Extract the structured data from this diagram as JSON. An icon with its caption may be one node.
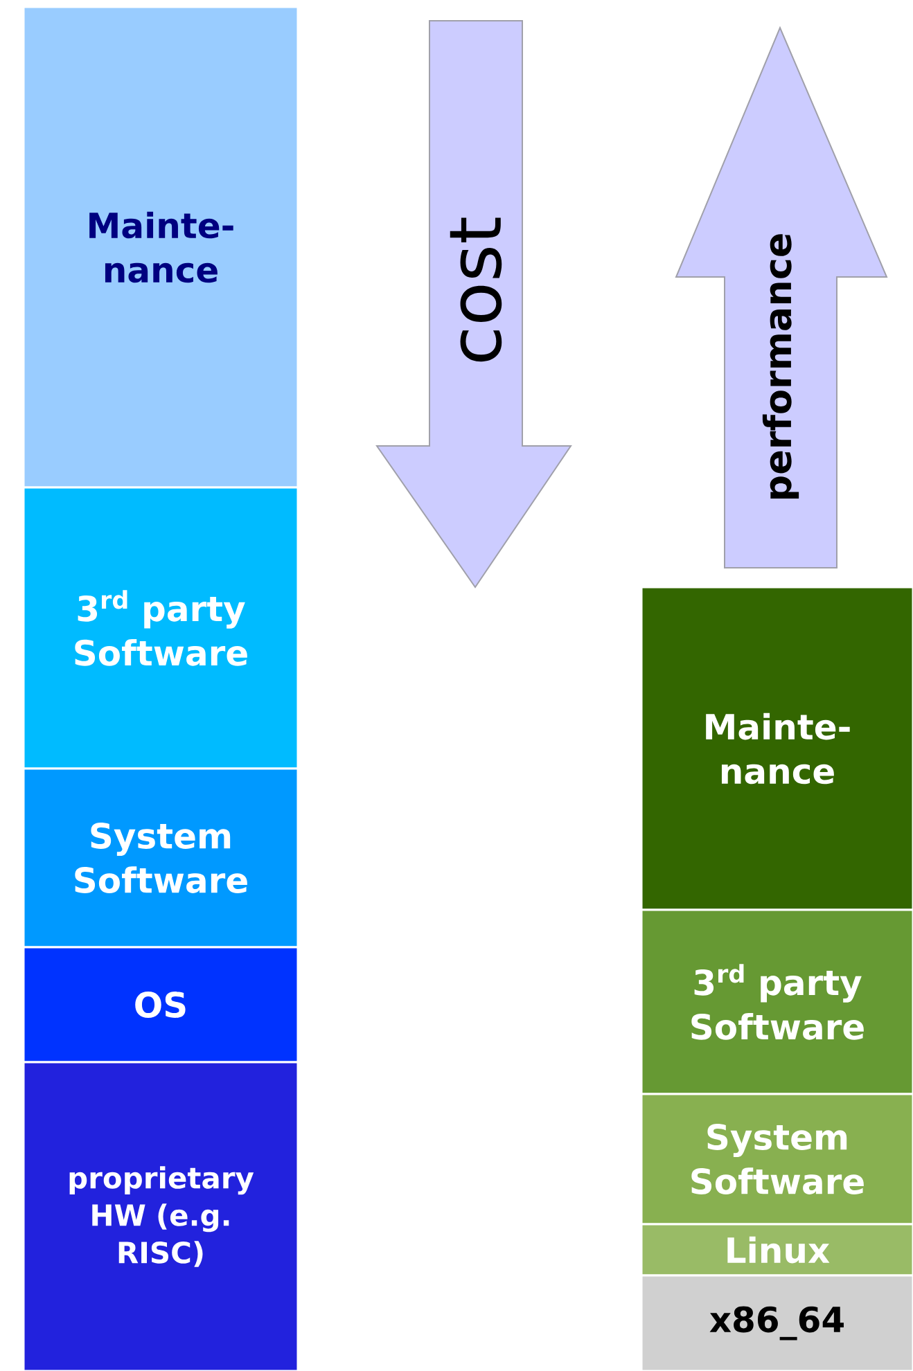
{
  "diagram": {
    "nodes": [
      {
        "text": [
          "Mainte- nance"
        ]
      },
      {
        "text": [
          "3$^{rd}$ party Software"
        ]
      },
      {
        "text": [
          "System Software"
        ]
      },
      {
        "text": [
          "OS"
        ]
      },
      {
        "text": [
          "proprietary HW (e.g. RISC)"
        ]
      },
      {
        "text": [
          "Mainte- nance"
        ]
      },
      {
        "text": [
          "3$^{rd}$ party Software"
        ]
      },
      {
        "text": [
          "System Software"
        ]
      },
      {
        "text": [
          "Linux"
        ]
      },
      {
        "text": [
          "x86_64"
        ]
      },
      {
        "text": [
          "cost"
        ]
      },
      {
        "text": [
          "performance"
        ]
      }
    ]
  }
}
